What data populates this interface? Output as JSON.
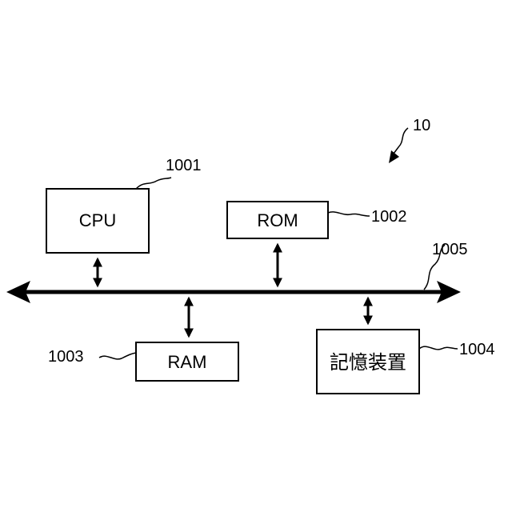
{
  "diagram": {
    "system_ref": "10",
    "cpu": {
      "label": "CPU",
      "ref": "1001"
    },
    "rom": {
      "label": "ROM",
      "ref": "1002"
    },
    "ram": {
      "label": "RAM",
      "ref": "1003"
    },
    "storage": {
      "label": "記憶装置",
      "ref": "1004"
    },
    "bus": {
      "ref": "1005"
    }
  }
}
